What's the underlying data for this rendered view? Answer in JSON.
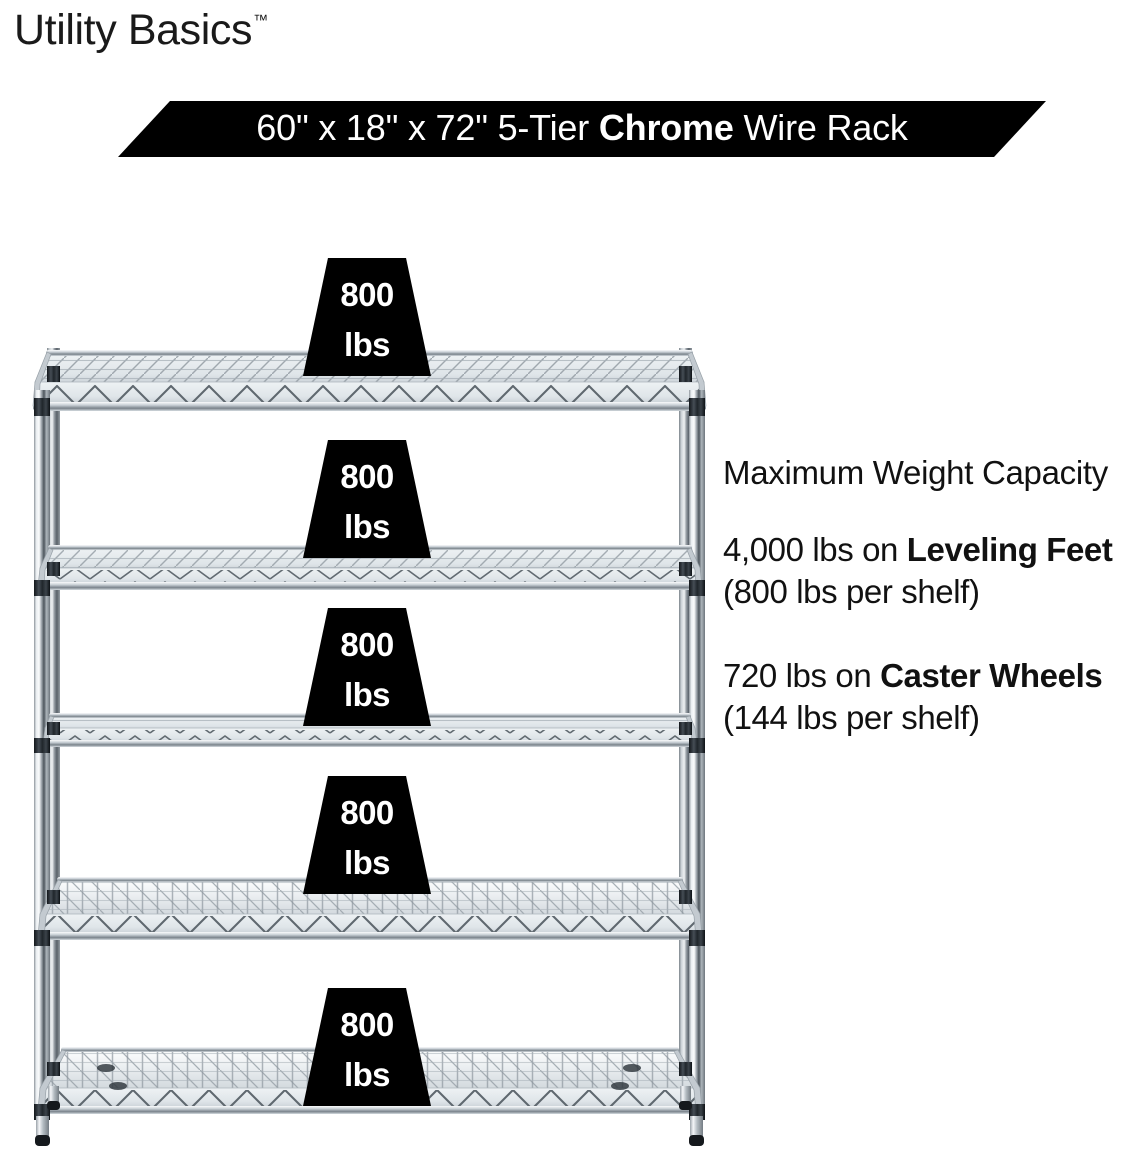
{
  "brand": {
    "name": "Utility Basics",
    "trademark": "™"
  },
  "banner": {
    "dimensions": "60\" x 18\" x 72\"",
    "tier": "5-Tier",
    "material": "Chrome",
    "product": "Wire Rack",
    "full_text": "60\" x 18\" x 72\" 5-Tier Chrome Wire Rack",
    "background_color": "#000000",
    "text_color": "#ffffff"
  },
  "product": {
    "type": "chrome-wire-shelving-rack",
    "shelf_count": 5,
    "width_in": 60,
    "depth_in": 18,
    "height_in": 72,
    "finish": "Chrome",
    "base_type": "Leveling Feet"
  },
  "load_badges": [
    {
      "amount": "800",
      "unit": "lbs",
      "shelf": 1
    },
    {
      "amount": "800",
      "unit": "lbs",
      "shelf": 2
    },
    {
      "amount": "800",
      "unit": "lbs",
      "shelf": 3
    },
    {
      "amount": "800",
      "unit": "lbs",
      "shelf": 4
    },
    {
      "amount": "800",
      "unit": "lbs",
      "shelf": 5
    }
  ],
  "copy": {
    "heading": "Maximum Weight Capacity",
    "para_1": {
      "lead": "4,000 lbs on ",
      "emphasis": "Leveling Feet",
      "trail": " (800 lbs per shelf)"
    },
    "para_2": {
      "lead": "720 lbs on ",
      "emphasis": "Caster Wheels",
      "trail": " (144 lbs per shelf)"
    }
  },
  "colors": {
    "background": "#ffffff",
    "text": "#111111",
    "accent_black": "#000000",
    "chrome_light": "#f2f4f6",
    "chrome_mid": "#b9c0c6",
    "chrome_dark": "#5a6269",
    "collar_dark": "#1e2226"
  }
}
